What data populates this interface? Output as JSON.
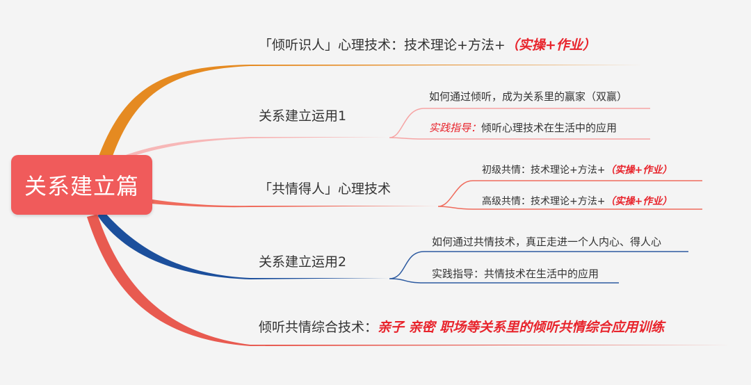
{
  "colors": {
    "root": "#f05b5b",
    "branch1": "#e58a21",
    "branch2": "#f7b7b7",
    "branch3": "#ef6b5c",
    "branch4": "#1c4f9c",
    "branch5": "#e85a50",
    "leaf_line_pink": "#f6a4a4",
    "leaf_line_blue": "#2c5aa0",
    "emphasis": "#e8242c"
  },
  "root": {
    "label": "关系建立篇"
  },
  "branches": [
    {
      "label": "「倾听识人」心理技术：技术理论+方法+",
      "emphasis": "（实操+作业）"
    },
    {
      "label": "关系建立运用1",
      "children": [
        {
          "text": "如何通过倾听，成为关系里的赢家（双赢）"
        },
        {
          "prefix": "实践指导：",
          "text": "倾听心理技术在生活中的应用"
        }
      ]
    },
    {
      "label": "「共情得人」心理技术",
      "children": [
        {
          "text": "初级共情：技术理论+方法+",
          "emphasis": "（实操+作业）"
        },
        {
          "text": "高级共情：技术理论+方法+",
          "emphasis": "（实操+作业）"
        }
      ]
    },
    {
      "label": "关系建立运用2",
      "children": [
        {
          "text": "如何通过共情技术，真正走进一个人内心、得人心"
        },
        {
          "text": "实践指导：共情技术在生活中的应用"
        }
      ]
    },
    {
      "label": "倾听共情综合技术：",
      "emphasis": "亲子 亲密 职场等关系里的倾听共情综合应用训练"
    }
  ]
}
